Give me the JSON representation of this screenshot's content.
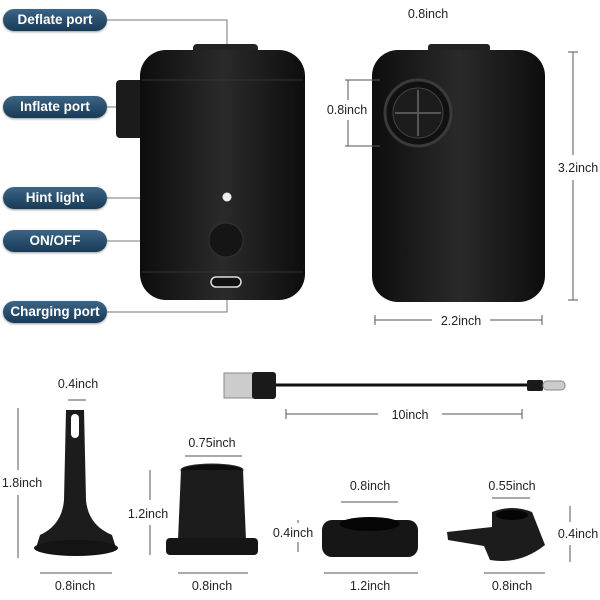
{
  "callouts": [
    "Deflate port",
    "Inflate port",
    "Hint light",
    "ON/OFF",
    "Charging port"
  ],
  "dimensions": {
    "pump_side_top": "0.8inch",
    "pump_side_port": "0.8inch",
    "pump_height": "3.2inch",
    "pump_width": "2.2inch",
    "cable_length": "10inch",
    "nozzle1_tip": "0.4inch",
    "nozzle1_height": "1.8inch",
    "nozzle1_base": "0.8inch",
    "nozzle2_top": "0.75inch",
    "nozzle2_height": "1.2inch",
    "nozzle2_base": "0.8inch",
    "nozzle3_top": "0.8inch",
    "nozzle3_height": "0.4inch",
    "nozzle3_base": "1.2inch",
    "nozzle4_top": "0.55inch",
    "nozzle4_height": "0.4inch",
    "nozzle4_base": "0.8inch"
  },
  "colors": {
    "callout": "#1f4563",
    "product": "#1a1a1a"
  }
}
